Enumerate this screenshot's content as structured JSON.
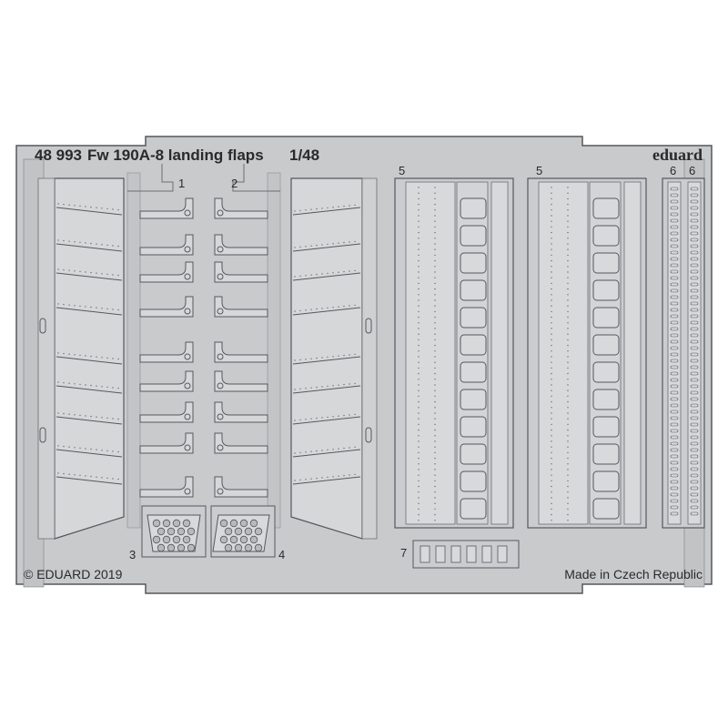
{
  "sheet": {
    "product_number": "48 993",
    "product_name": "Fw 190A-8 landing flaps",
    "scale": "1/48",
    "brand": "eduard",
    "copyright": "© EDUARD 2019",
    "origin": "Made in Czech Republic"
  },
  "part_labels": {
    "p1": "1",
    "p2": "2",
    "p3": "3",
    "p4": "4",
    "p5a": "5",
    "p5b": "5",
    "p6a": "6",
    "p6b": "6",
    "p7": "7"
  },
  "colors": {
    "fret": "#c9cacc",
    "outline": "#55585c",
    "part": "#d6d7d9",
    "shadow": "#a4a6a9"
  }
}
